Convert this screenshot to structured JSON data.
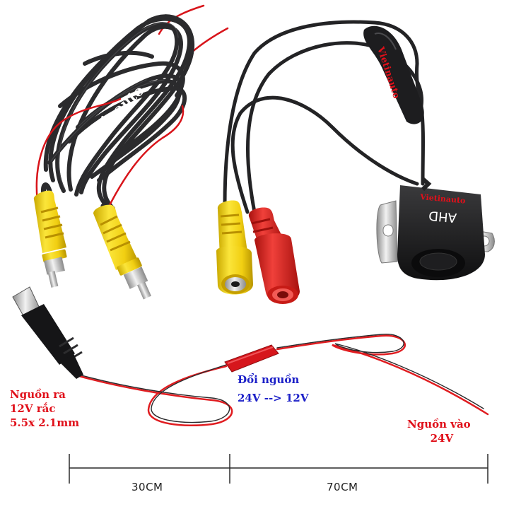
{
  "watermarks": {
    "cable_coil": "Vietinauto",
    "camera_cable": "Vietinauto",
    "camera_body": "Vietinauto"
  },
  "camera_label": "AHD",
  "power_out": {
    "line1": "Nguồn ra",
    "line2": "12V rắc",
    "line3": "5.5x 2.1mm"
  },
  "converter": {
    "line1": "Đổi nguồn",
    "line2": "24V --> 12V"
  },
  "power_in": {
    "line1": "Nguồn vào",
    "line2": "24V"
  },
  "measure": {
    "left": "30CM",
    "right": "70CM"
  },
  "colors": {
    "red_text": "#e0101a",
    "blue_text": "#1c20c8",
    "cable": "#2a2a2c",
    "rca_yellow": "#f2d21a",
    "rca_red": "#e0231e"
  }
}
